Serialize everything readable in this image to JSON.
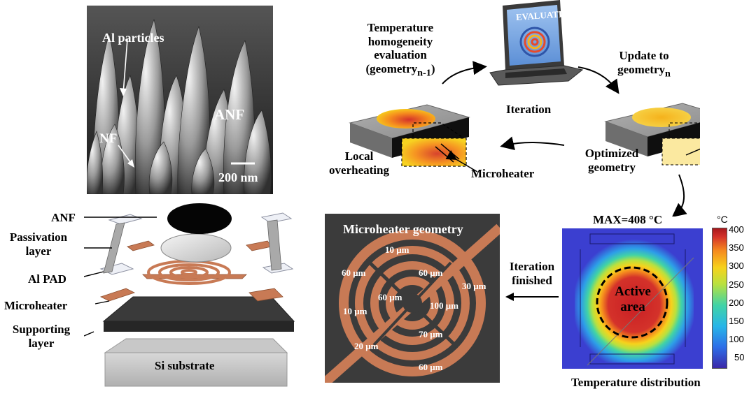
{
  "sem": {
    "al_particles": "Al particles",
    "anf": "ANF",
    "nf": "NF",
    "scale_bar": "200 nm"
  },
  "stack": {
    "anf": "ANF",
    "passivation": [
      "Passivation",
      "layer"
    ],
    "al_pad": "Al PAD",
    "microheater": "Microheater",
    "supporting": [
      "Supporting",
      "layer"
    ],
    "si_substrate": "Si substrate"
  },
  "loop": {
    "eval_lines": [
      "Temperature",
      "homogeneity",
      "evaluation"
    ],
    "eval_geometry": "(geometry",
    "eval_geometry_sub": "n-1",
    "eval_geometry_close": ")",
    "laptop_screen": "EVALUATION",
    "update_line1": "Update to",
    "update_line2": "geometry",
    "update_sub": "n",
    "iteration": "Iteration",
    "local_overheating": [
      "Local",
      "overheating"
    ],
    "microheater": "Microheater",
    "optimized": [
      "Optimized",
      "geometry"
    ],
    "iteration_finished": [
      "Iteration",
      "finished"
    ]
  },
  "geometry_panel": {
    "title": "Microheater geometry",
    "dims": [
      "10 μm",
      "60 μm",
      "60 μm",
      "30 μm",
      "60 μm",
      "100 μm",
      "10 μm",
      "70 μm",
      "20 μm",
      "60 μm"
    ]
  },
  "thermal": {
    "max_label": "MAX=408 °C",
    "active_area": [
      "Active",
      "area"
    ],
    "caption": "Temperature distribution",
    "unit": "°C",
    "ticks": [
      "400",
      "350",
      "300",
      "250",
      "200",
      "150",
      "100",
      "50"
    ]
  },
  "colors": {
    "copper": "#c87a55",
    "hot": "#d4322a",
    "cold": "#3b28a8"
  }
}
